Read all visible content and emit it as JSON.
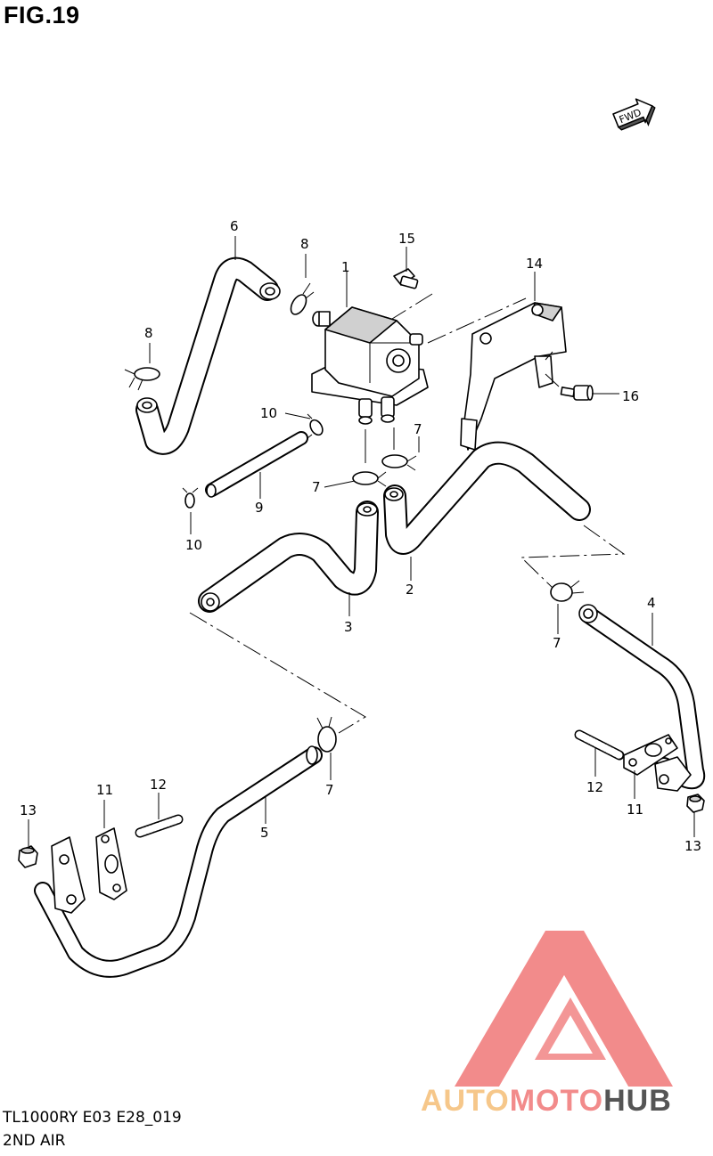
{
  "figure_title": "FIG.19",
  "model_code": "TL1000RY E03 E28_019",
  "section_name": "2ND AIR",
  "fwd_label": "FWD",
  "watermark": {
    "word_1": "AUTO",
    "word_2": "MOTO",
    "word_3": "HUB",
    "color_light": "#f6c78a",
    "color_main": "#f28b8b",
    "color_dark": "#555555"
  },
  "callouts": {
    "c1": "1",
    "c2": "2",
    "c3": "3",
    "c4": "4",
    "c5": "5",
    "c6": "6",
    "c7a": "7",
    "c7b": "7",
    "c7c": "7",
    "c7d": "7",
    "c8a": "8",
    "c8b": "8",
    "c9": "9",
    "c10a": "10",
    "c10b": "10",
    "c11a": "11",
    "c11b": "11",
    "c12a": "12",
    "c12b": "12",
    "c13a": "13",
    "c13b": "13",
    "c14": "14",
    "c15": "15",
    "c16": "16"
  }
}
